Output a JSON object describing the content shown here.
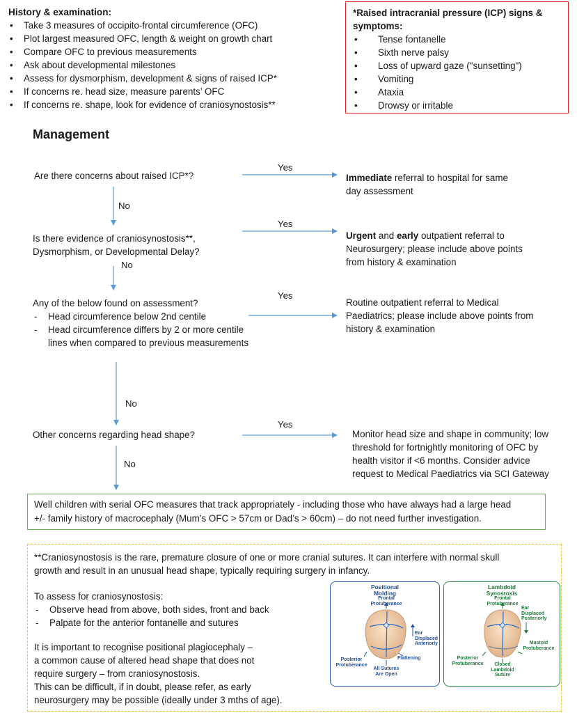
{
  "history": {
    "title": "History & examination:",
    "items": [
      "Take 3 measures of occipito-frontal circumference (OFC)",
      "Plot largest measured OFC, length & weight on growth chart",
      "Compare OFC to previous measurements",
      "Ask about developmental milestones",
      "Assess for dysmorphism, development & signs of raised ICP*",
      "If concerns re. head size, measure parents’ OFC",
      "If concerns re. shape, look for evidence of craniosynostosis**"
    ]
  },
  "icp": {
    "title_line1": "*Raised intracranial pressure (ICP) signs &",
    "title_line2": "symptoms:",
    "items": [
      "Tense fontanelle",
      "Sixth nerve palsy",
      "Loss of upward gaze (\"sunsetting\")",
      "Vomiting",
      "Ataxia",
      "Drowsy or irritable"
    ],
    "border_color": "#e02020"
  },
  "management": {
    "title": "Management",
    "q1": "Are there concerns about raised ICP*?",
    "q1_yes": "Yes",
    "q1_no": "No",
    "a1_bold": "Immediate",
    "a1_line1_rest": " referral to hospital for same",
    "a1_line2": "day assessment",
    "q2_line1": "Is there evidence of craniosynostosis**,",
    "q2_line2": "Dysmorphism, or Developmental Delay?",
    "q2_yes": "Yes",
    "q2_no": "No",
    "a2_bold1": "Urgent",
    "a2_and": " and ",
    "a2_bold2": "early",
    "a2_line1_rest": " outpatient referral to",
    "a2_line2": "Neurosurgery; please include above points",
    "a2_line3": "from history & examination",
    "q3_line1": "Any of the below found on assessment?",
    "q3_items": [
      "Head circumference below 2nd centile",
      "Head circumference differs by 2 or more centile",
      "lines when compared to previous measurements"
    ],
    "q3_yes": "Yes",
    "q3_no": "No",
    "a3_line1": "Routine outpatient referral to Medical",
    "a3_line2": "Paediatrics; please include above points from",
    "a3_line3": "history & examination",
    "q4": "Other concerns regarding head shape?",
    "q4_yes": "Yes",
    "q4_no": "No",
    "a4_line1": "Monitor head size and shape in community; low",
    "a4_line2": "threshold for fortnightly monitoring of OFC by",
    "a4_line3": "health visitor if <6 months. Consider advice",
    "a4_line4": "request to Medical Paediatrics  via SCI Gateway",
    "arrow_color": "#5b9bd5"
  },
  "well_children": {
    "line1": "Well children with serial OFC measures that track appropriately - including those who have always had a large head",
    "line2": "+/- family history of macrocephaly (Mum’s OFC > 57cm or Dad’s > 60cm) – do not need further investigation.",
    "border_color": "#6aaa50"
  },
  "craniosynostosis": {
    "intro_line1": "**Craniosynostosis is the rare, premature closure of one or more cranial sutures. It can interfere with normal skull",
    "intro_line2": "growth and result in an unusual head shape, typically requiring surgery in infancy.",
    "assess_title": "To assess for craniosynostosis:",
    "assess_items": [
      "Observe head from above, both sides, front and back",
      "Palpate for the anterior fontanelle and sutures"
    ],
    "para_lines": [
      "It is important to recognise positional plagiocephaly –",
      "a common cause of altered head shape that does not",
      "require surgery – from craniosynostosis.",
      "This can be difficult, if in doubt, please refer, as early",
      "neurosurgery may be possible (ideally under 3 mths of age)."
    ],
    "border_color": "#f0c020"
  },
  "figure_positional": {
    "title_line1": "Positional",
    "title_line2": "Molding",
    "frontal1": "Frontal",
    "frontal2": "Protuberance",
    "ear1": "Ear",
    "ear2": "Displaced",
    "ear3": "Anteriorly",
    "posterior1": "Posterior",
    "posterior2": "Protuberance",
    "flattening": "Flattening",
    "sutures1": "All Sutures",
    "sutures2": "Are Open",
    "color": "#234f9a"
  },
  "figure_lambdoid": {
    "title_line1": "Lambdoid",
    "title_line2": "Synostosis",
    "frontal1": "Frontal",
    "frontal2": "Protuberance",
    "ear1": "Ear",
    "ear2": "Displaced",
    "ear3": "Posteriorly",
    "mastoid1": "Mastoid",
    "mastoid2": "Protuberance",
    "posterior1": "Posterior",
    "posterior2": "Protuberance",
    "closed1": "Closed",
    "closed2": "Lambdoid",
    "closed3": "Suture",
    "color": "#1e7a3a"
  }
}
